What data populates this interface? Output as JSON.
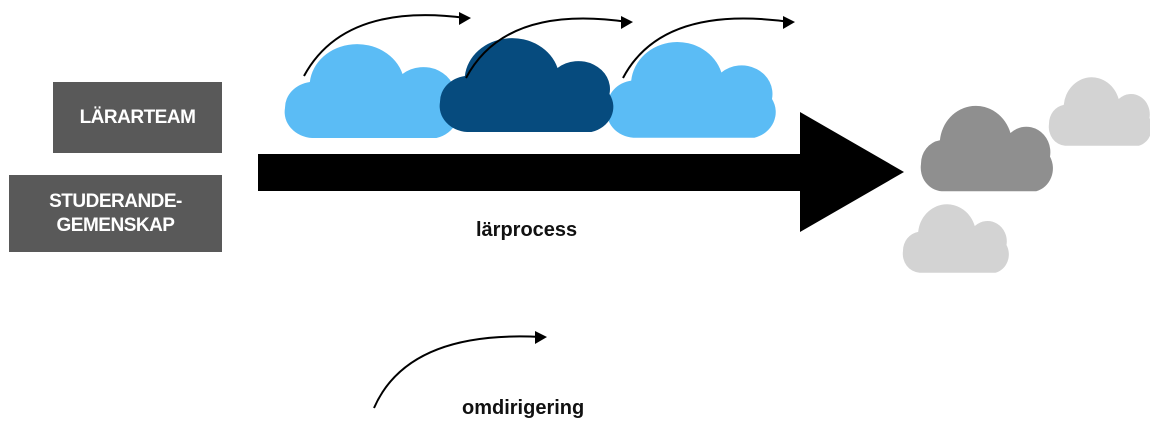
{
  "labels": {
    "teacher_team": "LÄRARTEAM",
    "student_community_line1": "STUDERANDE-",
    "student_community_line2": "GEMENSKAP",
    "learning_process": "lärprocess",
    "redirection": "omdirigering"
  },
  "colors": {
    "box_fill": "#595959",
    "box_text": "#ffffff",
    "cloud_light_blue": "#5bbcf5",
    "cloud_dark_blue": "#064b7e",
    "cloud_dark_gray": "#8f8f8f",
    "cloud_light_gray": "#d3d3d3",
    "arrow": "#000000"
  },
  "icons": {
    "process_clouds": [
      "cloud-icon",
      "cloud-icon",
      "cloud-icon"
    ],
    "outcome_clouds": [
      "cloud-icon",
      "cloud-icon",
      "cloud-icon"
    ],
    "curved_arrows": [
      "curved-arrow-icon",
      "curved-arrow-icon",
      "curved-arrow-icon",
      "curved-arrow-icon"
    ]
  }
}
